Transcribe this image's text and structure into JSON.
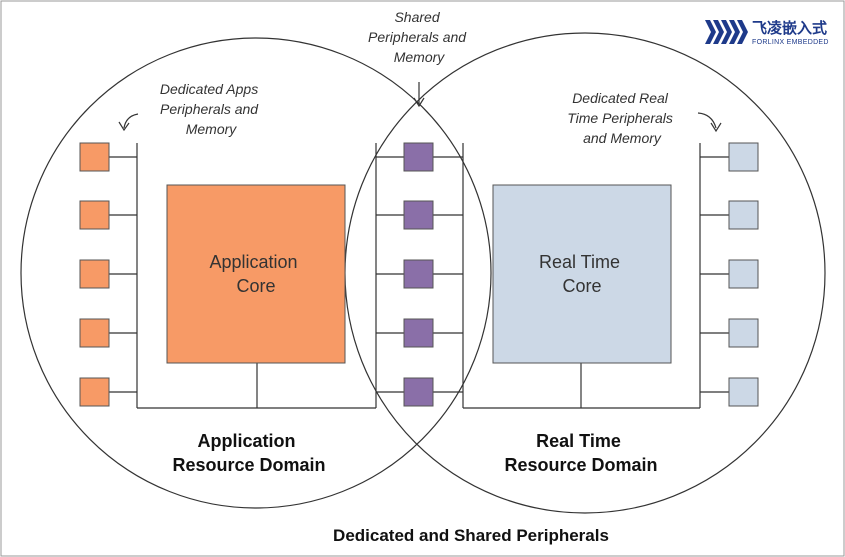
{
  "labels": {
    "shared": [
      "Shared",
      "Peripherals and",
      "Memory"
    ],
    "dedicated_apps": [
      "Dedicated Apps",
      "Peripherals and",
      "Memory"
    ],
    "dedicated_rt": [
      "Dedicated Real",
      "Time Peripherals",
      "and Memory"
    ]
  },
  "cores": {
    "application": [
      "Application",
      "Core"
    ],
    "realtime": [
      "Real Time",
      "Core"
    ]
  },
  "domains": {
    "application": [
      "Application",
      "Resource Domain"
    ],
    "realtime": [
      "Real Time",
      "Resource Domain"
    ]
  },
  "title": "Dedicated and Shared Peripherals",
  "logo": {
    "cn": "飞凌嵌入式",
    "en": "FORLINX EMBEDDED"
  },
  "colors": {
    "app_core": "#f79a66",
    "app_periph": "#f79a66",
    "rt_core": "#ccd8e6",
    "rt_periph": "#ccd8e6",
    "shared_periph": "#8a6fa8",
    "line": "#333333",
    "logo": "#1e3a8a"
  }
}
